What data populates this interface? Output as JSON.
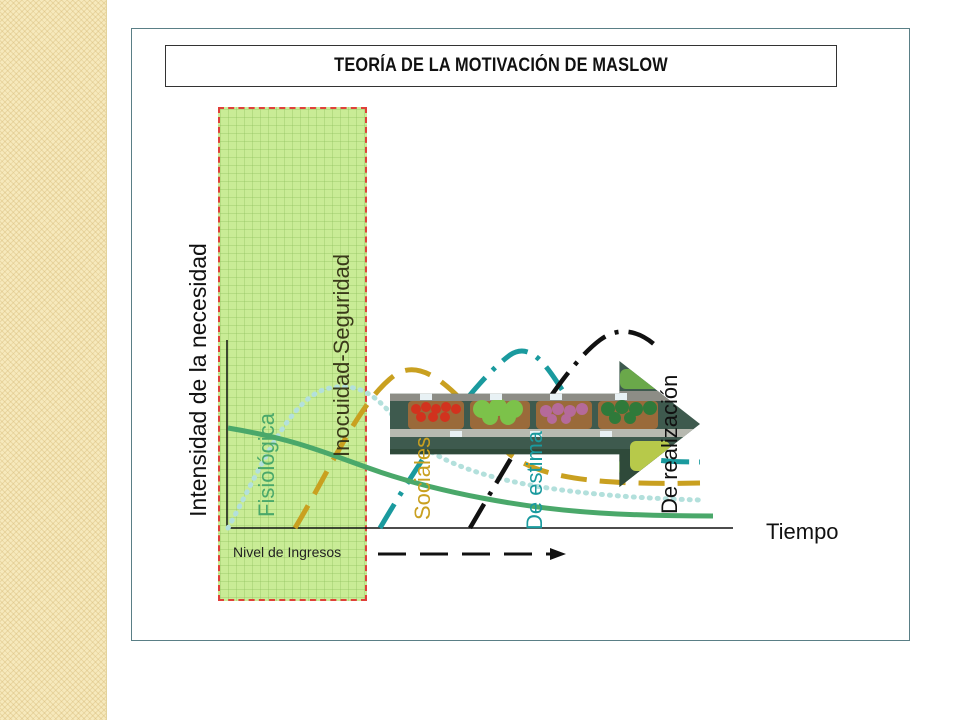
{
  "title": "TEORÍA DE LA MOTIVACIÓN DE MASLOW",
  "chart_data": {
    "type": "line",
    "xlabel": "Tiempo",
    "ylabel": "Intensidad de la necesidad",
    "x_annotation": "Nivel de Ingresos",
    "series": [
      {
        "name": "Fisiológica",
        "color": "#4aa86a",
        "style": "solid"
      },
      {
        "name": "Inocuidad-Seguridad",
        "color": "#b3e0dc",
        "style": "dotted"
      },
      {
        "name": "Sociales",
        "color": "#c9a020",
        "style": "dashed"
      },
      {
        "name": "De estima",
        "color": "#1a9a9e",
        "style": "dash-dot"
      },
      {
        "name": "De realización",
        "color": "#111111",
        "style": "dash-dot"
      }
    ],
    "grid": false
  },
  "picture": {
    "name": "vegetable-market-shelves"
  },
  "colors": {
    "income_band": "#c9ec96",
    "income_band_border": "#e0403a",
    "frame_border": "#5a7f86"
  }
}
